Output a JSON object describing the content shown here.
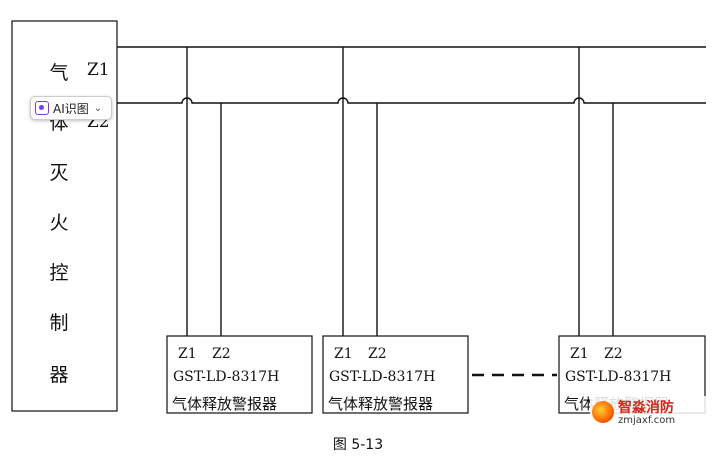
{
  "controller": {
    "characters": [
      "气",
      "体",
      "灭",
      "火",
      "控",
      "制",
      "器"
    ]
  },
  "zones": {
    "z1": "Z1",
    "z2": "Z2"
  },
  "alarm_boxes": [
    {
      "z1": "Z1",
      "z2": "Z2",
      "model": "GST-LD-8317H",
      "name": "气体释放警报器"
    },
    {
      "z1": "Z1",
      "z2": "Z2",
      "model": "GST-LD-8317H",
      "name": "气体释放警报器"
    },
    {
      "z1": "Z1",
      "z2": "Z2",
      "model": "GST-LD-8317H",
      "name": "气体释放警报器"
    }
  ],
  "caption": "图 5-13",
  "ai_chip": {
    "label": "AI识图",
    "icon": "ai-recognize-icon",
    "chevron": "chevron-down-icon"
  },
  "watermark": {
    "name": "智淼消防",
    "url": "zmjaxf.com"
  },
  "colors": {
    "line": "#111111",
    "background": "#ffffff",
    "accent": "#7a3cf0"
  }
}
